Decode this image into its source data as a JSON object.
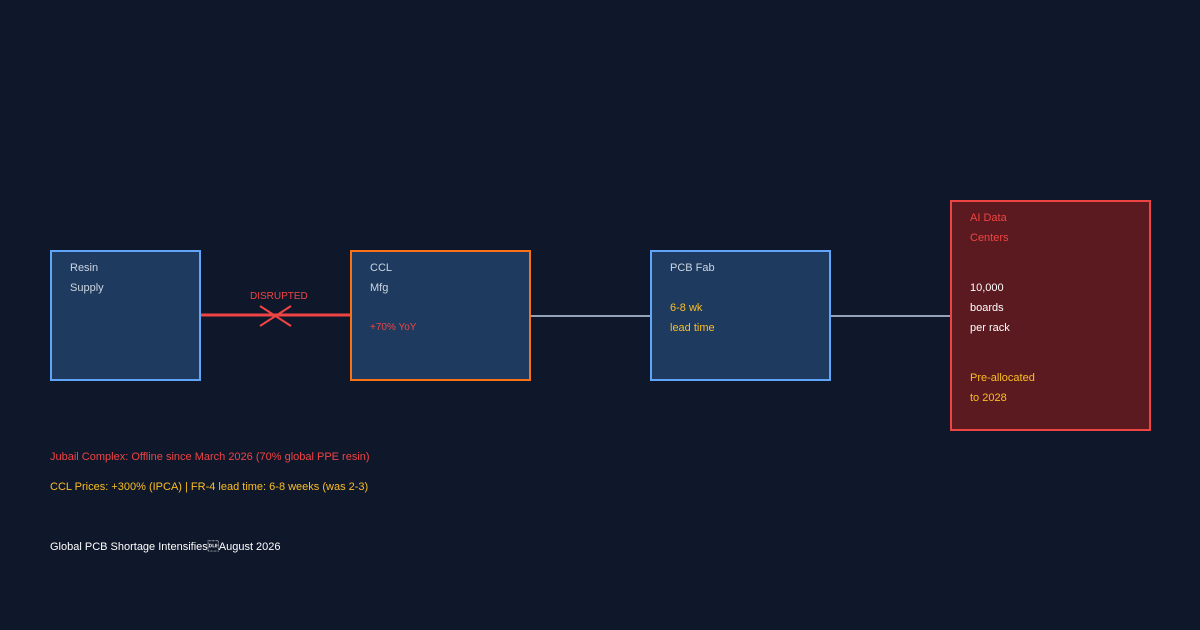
{
  "nodes": {
    "resin": {
      "line1": "Resin",
      "line2": "Supply"
    },
    "ccl": {
      "line1": "CCL",
      "line2": "Mfg",
      "stat": "+70% YoY"
    },
    "pcb": {
      "line1": "PCB Fab",
      "stat1": "6-8 wk",
      "stat2": "lead time"
    },
    "ai": {
      "line1": "AI Data",
      "line2": "Centers",
      "stat1": "10,000",
      "stat2": "boards",
      "stat3": "per rack",
      "note1": "Pre-allocated",
      "note2": "to 2028"
    }
  },
  "links": {
    "disrupted_label": "DISRUPTED"
  },
  "notes": {
    "jubail": "Jubail Complex: Offline since March 2026 (70% global PPE resin)",
    "prices": "CCL Prices: +300% (IPCA) | FR-4 lead time: 6-8 weeks (was 2-3)"
  },
  "footer": {
    "title": "Global PCB Shortage Intensifies\u0010August 2026"
  },
  "colors": {
    "background": "#0f172a",
    "box_fill": "#1e3a5f",
    "box_border_blue": "#60a5fa",
    "box_border_orange": "#f97316",
    "alert_fill": "#5b1a1f",
    "alert_border": "#ef4444",
    "red": "#ef4444",
    "amber": "#fbbf24",
    "link_gray": "#94a3b8"
  }
}
